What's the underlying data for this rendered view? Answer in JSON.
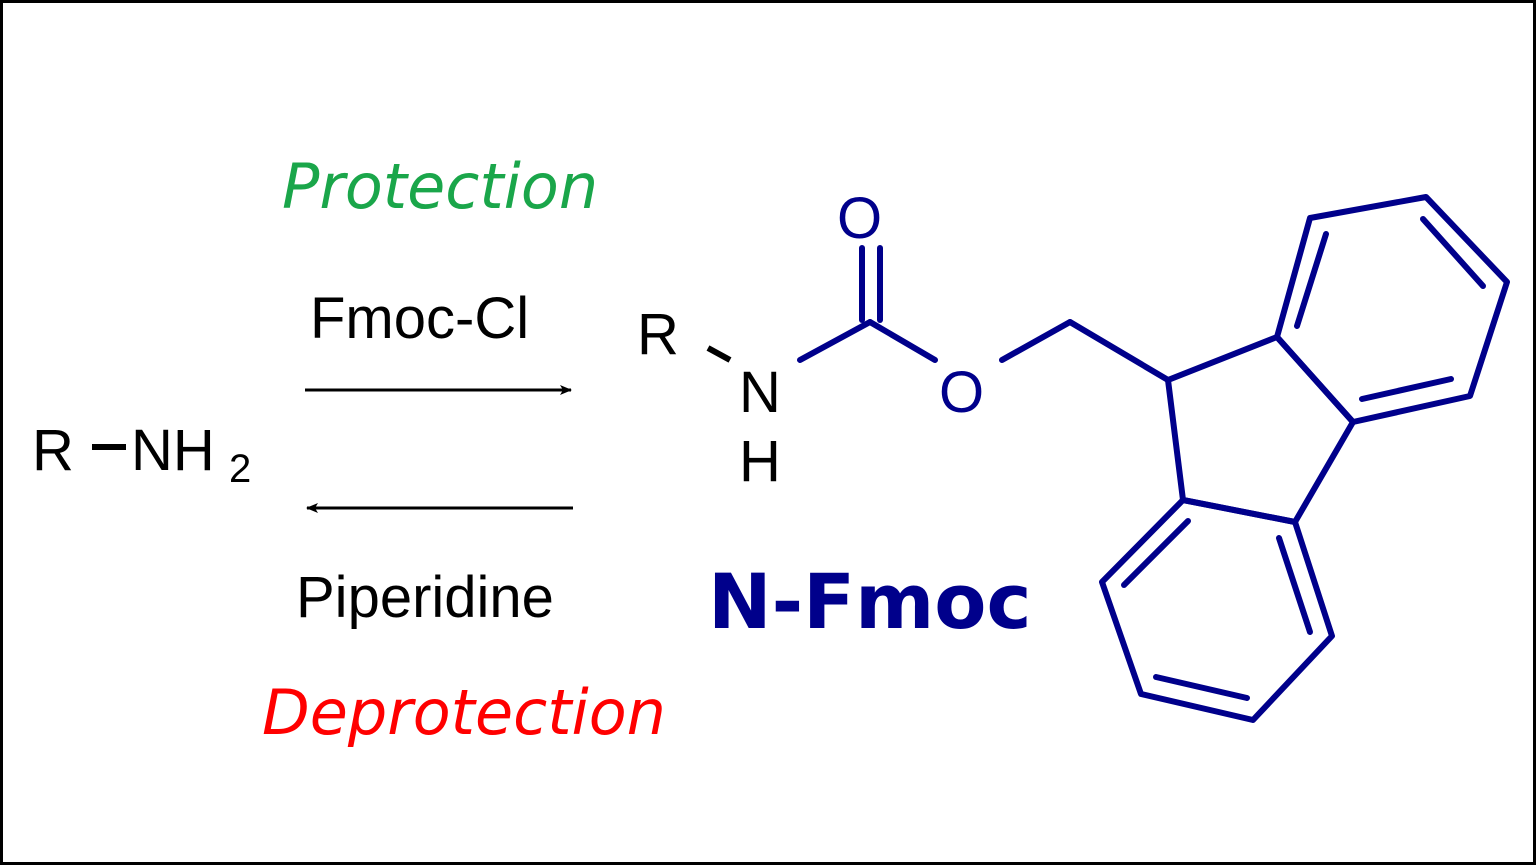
{
  "reaction": {
    "reactant": {
      "r_symbol": "R",
      "amine_symbol": "NH",
      "subscript": "2"
    },
    "forward": {
      "label": "Protection",
      "reagent": "Fmoc-Cl"
    },
    "reverse": {
      "label": "Deprotection",
      "reagent": "Piperidine"
    },
    "product": {
      "r_symbol": "R",
      "nitrogen_symbol": "N",
      "hydrogen_symbol": "H",
      "carbonyl_oxygen_symbol": "O",
      "ester_oxygen_symbol": "O",
      "name": "N-Fmoc"
    }
  },
  "colors": {
    "protection_green": "#1aa64a",
    "deprotection_red": "#ff0000",
    "fmoc_blue": "#00008b",
    "black": "#000000",
    "frame": "#000000"
  }
}
